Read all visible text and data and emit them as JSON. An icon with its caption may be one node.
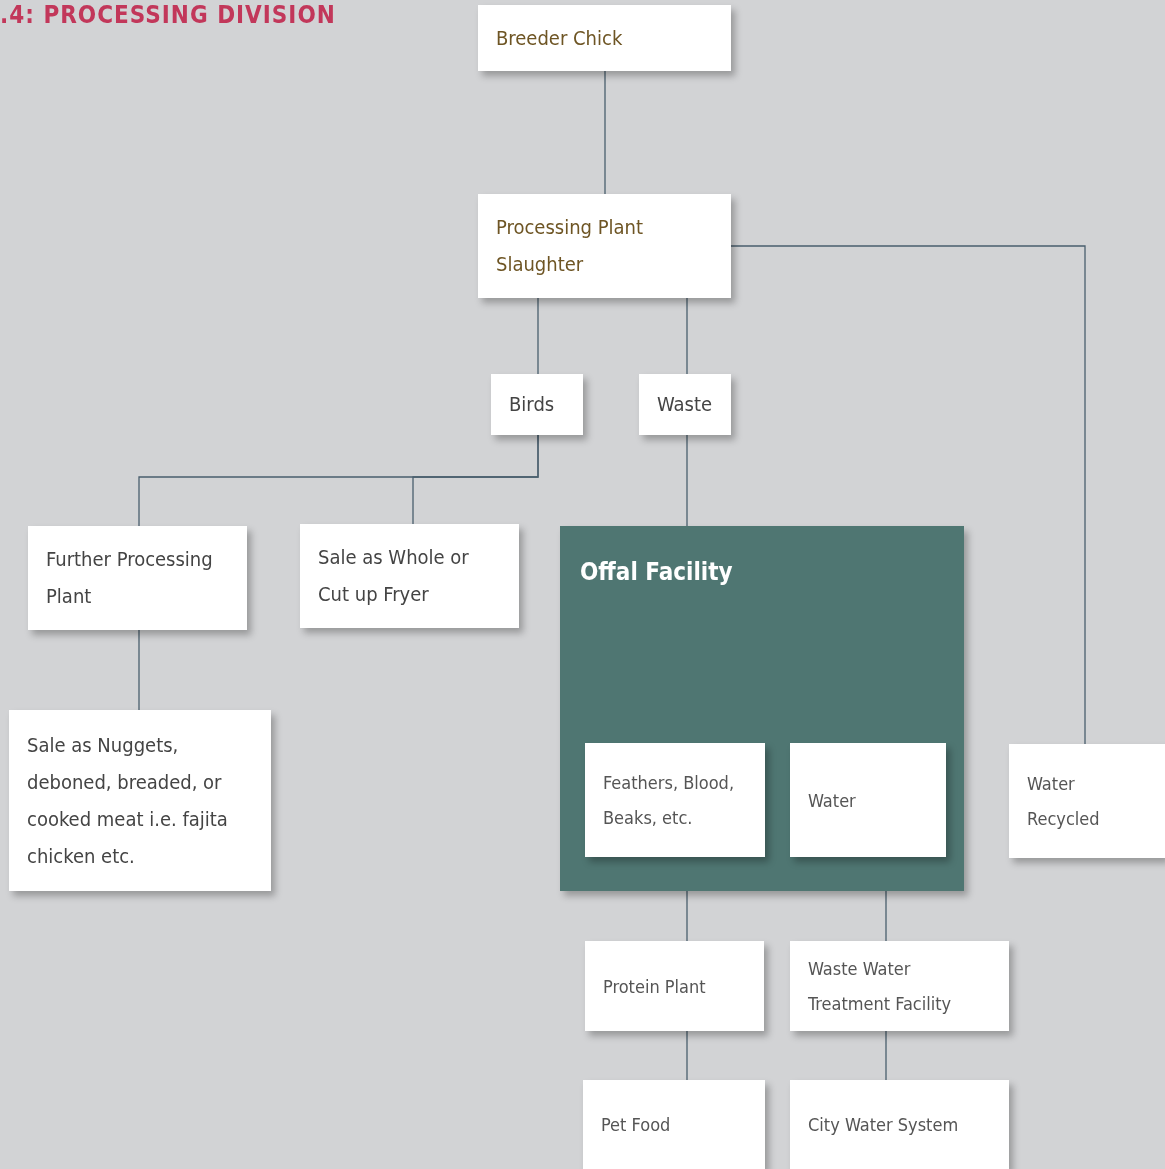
{
  "diagram": {
    "title": ".4: PROCESSING DIVISION",
    "nodes": [
      {
        "text": [
          "Breeder Chick"
        ]
      },
      {
        "text": [
          "Processing Plant Slaughter"
        ]
      },
      {
        "text": [
          "Birds"
        ]
      },
      {
        "text": [
          "Waste"
        ]
      },
      {
        "text": [
          "Further Processing Plant"
        ]
      },
      {
        "text": [
          "Sale as Whole or Cut up Fryer"
        ]
      },
      {
        "text": [
          "Sale as Nuggets, deboned, breaded, or cooked meat i.e. fajita chicken etc."
        ]
      },
      {
        "text": [
          "Offal Facility"
        ]
      },
      {
        "text": [
          "Feathers, Blood, Beaks, etc."
        ],
        "in": 7
      },
      {
        "text": [
          "Water"
        ],
        "in": 7
      },
      {
        "text": [
          "Water Recycled"
        ]
      },
      {
        "text": [
          "Protein Plant"
        ]
      },
      {
        "text": [
          "Waste Water Treatment Facility"
        ]
      },
      {
        "text": [
          "Pet Food"
        ]
      },
      {
        "text": [
          "City Water System"
        ]
      }
    ],
    "edges": [
      {
        "from": 0,
        "to": 1,
        "arrow": "none"
      },
      {
        "from": 1,
        "to": 2,
        "arrow": "none"
      },
      {
        "from": 1,
        "to": 3,
        "arrow": "none"
      },
      {
        "from": 1,
        "to": 10,
        "arrow": "none"
      },
      {
        "from": 2,
        "to": 4,
        "arrow": "none"
      },
      {
        "from": 2,
        "to": 5,
        "arrow": "none"
      },
      {
        "from": 4,
        "to": 6,
        "arrow": "none"
      },
      {
        "from": 3,
        "to": 7,
        "arrow": "none"
      },
      {
        "from": 7,
        "to": 11,
        "arrow": "none"
      },
      {
        "from": 7,
        "to": 12,
        "arrow": "none"
      },
      {
        "from": 11,
        "to": 13,
        "arrow": "none"
      },
      {
        "from": 12,
        "to": 14,
        "arrow": "none"
      }
    ]
  }
}
